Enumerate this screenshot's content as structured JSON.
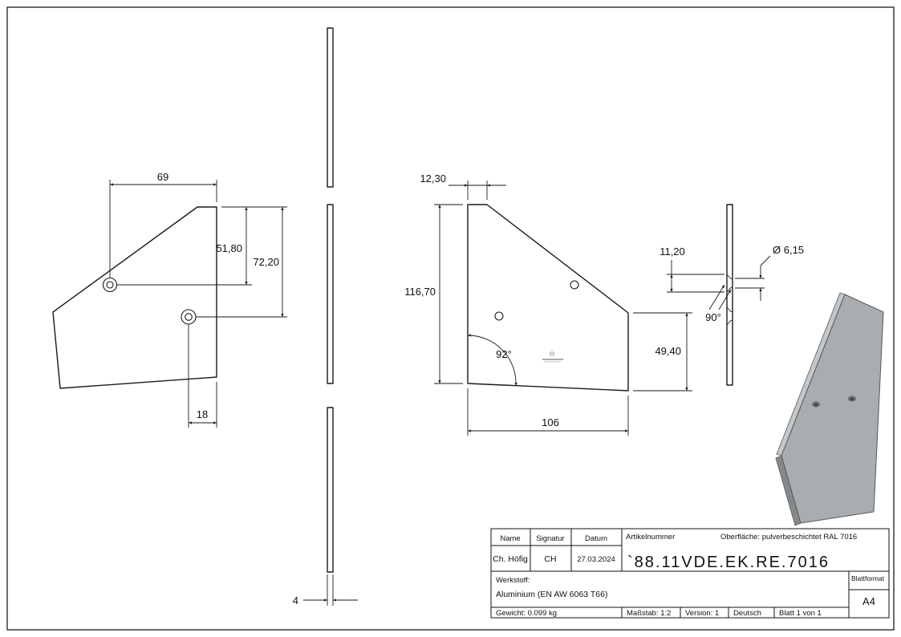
{
  "colors": {
    "line": "#1a1a1a",
    "background": "#ffffff",
    "iso_face": "#a9adaf",
    "iso_side": "#85898b",
    "iso_top": "#c4c7c9",
    "iso_edge": "#55585a"
  },
  "front_view": {
    "dim_width_top": "69",
    "dim_hole1_v": "51,80",
    "dim_hole2_v": "72,20",
    "dim_hole2_offset": "18"
  },
  "thickness_view": {
    "dim_thickness": "4"
  },
  "mid_view": {
    "dim_top_edge": "12,30",
    "dim_height": "116,70",
    "dim_angle": "92°",
    "dim_width": "106",
    "dim_right_height": "49,40"
  },
  "side_view": {
    "dim_csk_dia": "11,20",
    "dim_csk_angle": "90°",
    "dim_hole_dia": "Ø 6,15"
  },
  "title_block": {
    "col_name": "Name",
    "col_signatur": "Signatur",
    "col_datum": "Datum",
    "col_artikelnummer": "Artikelnummer",
    "oberflaeche": "Oberfläche:  pulverbeschichtet RAL 7016",
    "name": "Ch. Höfig",
    "signatur": "CH",
    "datum": "27.03.2024",
    "artikelnummer": "`88.11VDE.EK.RE.7016",
    "werkstoff_label": "Werkstoff:",
    "werkstoff": "Aluminium (EN AW 6063 T66)",
    "blattformat_label": "Blattformat",
    "blattformat": "A4",
    "gewicht": "Gewicht: 0.099 kg",
    "massstab": "Maßstab: 1:2",
    "version": "Version: 1",
    "sprache": "Deutsch",
    "blatt": "Blatt 1 von 1"
  }
}
